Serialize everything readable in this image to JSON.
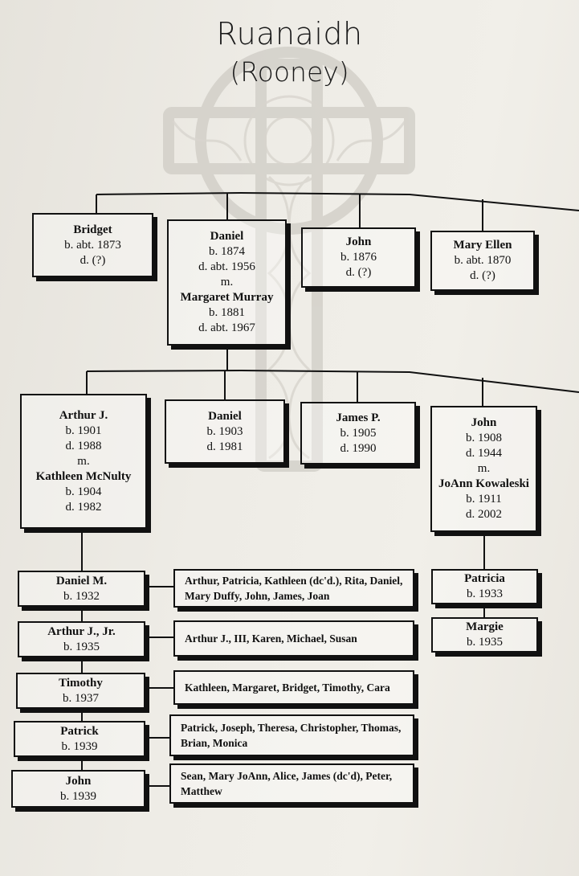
{
  "title": "Ruanaidh",
  "subtitle": "(Rooney)",
  "generation1": [
    {
      "lines": [
        "Bridget",
        "b. abt. 1873",
        "d. (?)"
      ]
    },
    {
      "lines": [
        "Daniel",
        "b. 1874",
        "d. abt. 1956",
        "m.",
        "Margaret Murray",
        "b. 1881",
        "d. abt. 1967"
      ]
    },
    {
      "lines": [
        "John",
        "b. 1876",
        "d. (?)"
      ]
    },
    {
      "lines": [
        "Mary Ellen",
        "b. abt. 1870",
        "d. (?)"
      ]
    }
  ],
  "generation2": [
    {
      "lines": [
        "Arthur J.",
        "b. 1901",
        "d. 1988",
        "m.",
        "Kathleen McNulty",
        "b. 1904",
        "d. 1982"
      ]
    },
    {
      "lines": [
        "Daniel",
        "b. 1903",
        "d. 1981"
      ]
    },
    {
      "lines": [
        "James P.",
        "b. 1905",
        "d. 1990"
      ]
    },
    {
      "lines": [
        "John",
        "b. 1908",
        "d. 1944",
        "m.",
        "JoAnn Kowaleski",
        "b. 1911",
        "d. 2002"
      ]
    }
  ],
  "arthur_children": [
    {
      "lines": [
        "Daniel M.",
        "b. 1932"
      ],
      "children": "Arthur, Patricia, Kathleen (dc'd.), Rita, Daniel, Mary Duffy, John, James, Joan"
    },
    {
      "lines": [
        "Arthur J., Jr.",
        "b. 1935"
      ],
      "children": "Arthur J., III, Karen, Michael, Susan"
    },
    {
      "lines": [
        "Timothy",
        "b. 1937"
      ],
      "children": "Kathleen, Margaret, Bridget, Timothy, Cara"
    },
    {
      "lines": [
        "Patrick",
        "b. 1939"
      ],
      "children": "Patrick, Joseph, Theresa, Christopher, Thomas, Brian, Monica"
    },
    {
      "lines": [
        "John",
        "b. 1939"
      ],
      "children": "Sean, Mary JoAnn, Alice, James (dc'd), Peter, Matthew"
    }
  ],
  "john_children": [
    {
      "lines": [
        "Patricia",
        "b. 1933"
      ]
    },
    {
      "lines": [
        "Margie",
        "b. 1935"
      ]
    }
  ]
}
